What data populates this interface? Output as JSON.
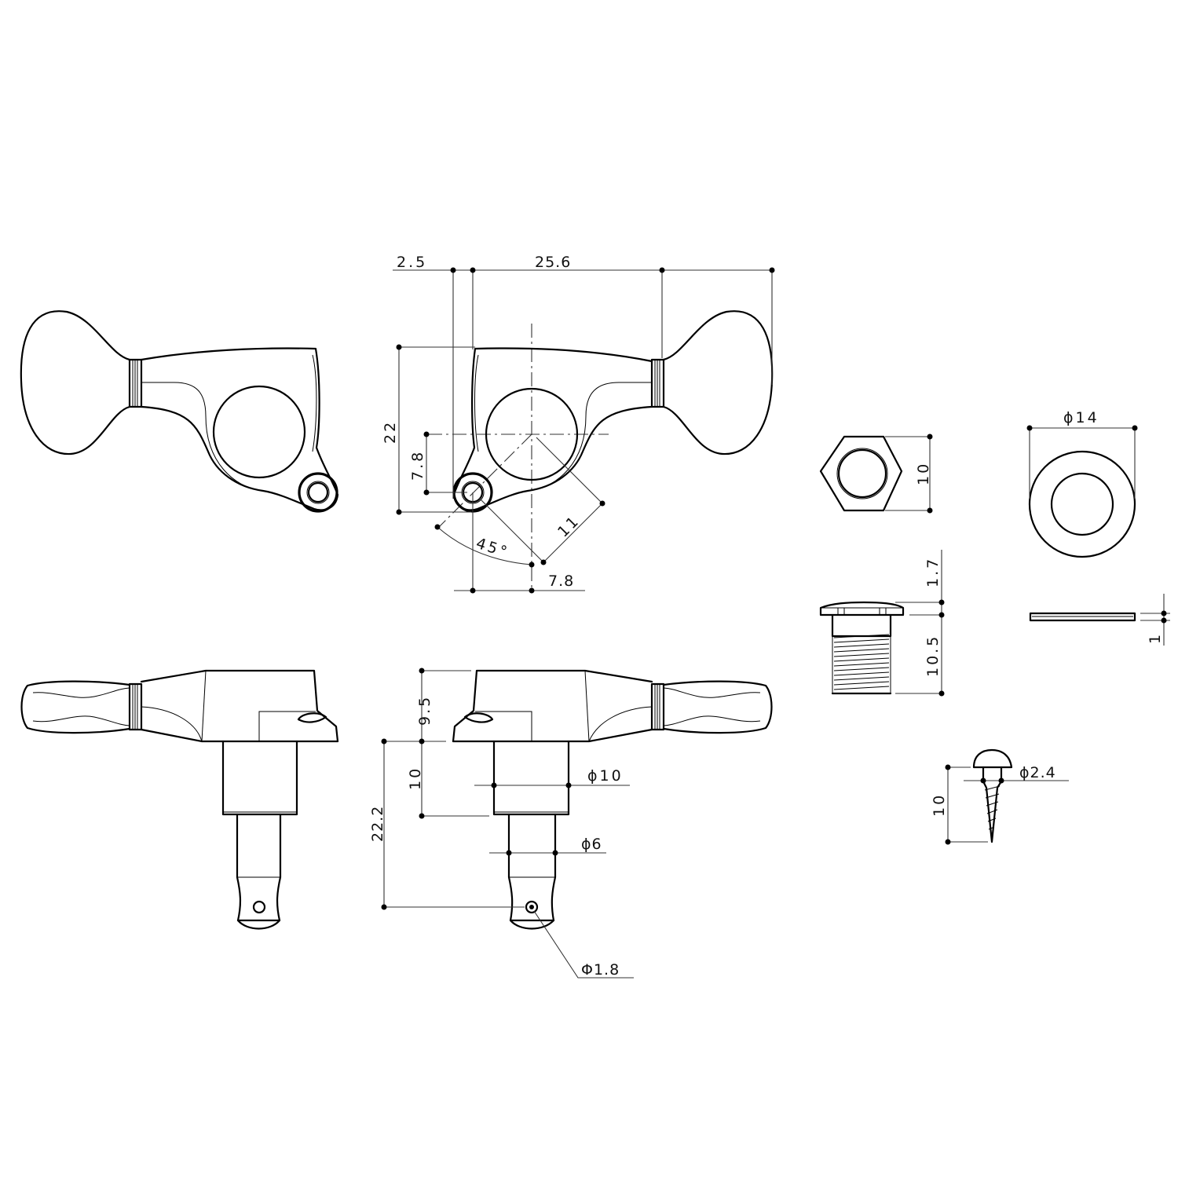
{
  "drawing": {
    "subject": "Guitar tuning machine (tuner) with bushing, washer and mounting screw",
    "views": {
      "front_left": "Front view (mirrored)",
      "front_right": "Front view",
      "side_left": "Side view (mirrored)",
      "side_right": "Side view",
      "bushing_top": "Hex bushing top view",
      "washer_top": "Washer top view",
      "bushing_side": "Bushing side view",
      "washer_side": "Washer side view",
      "screw": "Mounting screw"
    },
    "dimensions": {
      "top_offset": "2.5",
      "top_length": "25.6",
      "height": "22",
      "screw_hole_vertical": "7.8",
      "screw_hole_horizontal": "7.8",
      "diagonal": "11",
      "angle": "45°",
      "hex_width": "10",
      "washer_diameter": "ϕ14",
      "bushing_flange": "1.7",
      "bushing_length": "10.5",
      "washer_thickness": "1",
      "screw_length": "10",
      "screw_diameter": "ϕ2.4",
      "housing_height": "9.5",
      "bushing_post_height": "10",
      "post_total_height": "22.2",
      "post_base_diameter": "ϕ10",
      "post_diameter": "ϕ6",
      "string_hole_diameter": "Φ1.8"
    }
  }
}
